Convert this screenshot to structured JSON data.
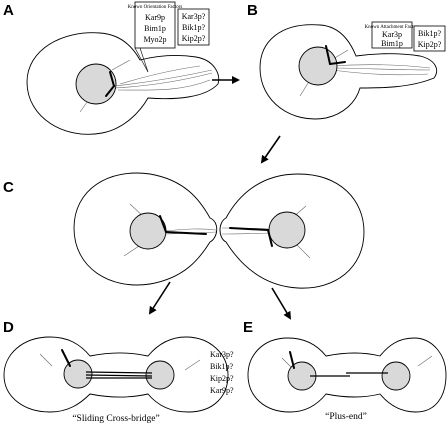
{
  "panels": {
    "a": {
      "letter": "A"
    },
    "b": {
      "letter": "B"
    },
    "c": {
      "letter": "C"
    },
    "d": {
      "letter": "D"
    },
    "e": {
      "letter": "E"
    }
  },
  "box_a": {
    "title": "Known Orientation Factors",
    "items": [
      "Kar9p",
      "Bim1p",
      "Myo2p"
    ]
  },
  "box_a_side": {
    "items": [
      "Kar3p?",
      "Bik1p?",
      "Kip2p?"
    ]
  },
  "box_b": {
    "title": "Known Attachment Factors",
    "items": [
      "Kar3p",
      "Bim1p"
    ]
  },
  "box_b_side": {
    "items": [
      "Bik1p?",
      "Kip2p?"
    ]
  },
  "de_factors": {
    "items": [
      "Kar3p?",
      "Bik1p?",
      "Kip2p?",
      "Kar9p?"
    ]
  },
  "captions": {
    "d": "“Sliding Cross-bridge”",
    "e": "“Plus-end”"
  },
  "colors": {
    "nucleus_fill": "#d9d9d9",
    "outline": "#000000",
    "microtubule": "#6a6a6a"
  }
}
